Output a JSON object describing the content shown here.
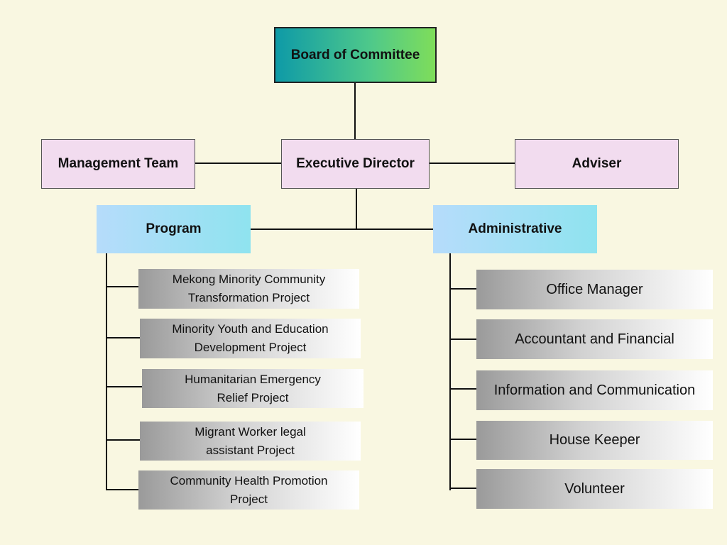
{
  "nodes": {
    "board": "Board of Committee",
    "executive": "Executive Director",
    "management": "Management Team",
    "adviser": "Adviser",
    "program": "Program",
    "administrative": "Administrative"
  },
  "program_items": [
    [
      "Mekong Minority Community",
      "Transformation Project"
    ],
    [
      "Minority Youth and Education",
      "Development Project"
    ],
    [
      "Humanitarian Emergency",
      "Relief Project"
    ],
    [
      "Migrant Worker legal",
      "assistant Project"
    ],
    [
      "Community Health Promotion",
      "Project"
    ]
  ],
  "admin_items": [
    "Office Manager",
    "Accountant and Financial",
    "Information and Communication",
    "House Keeper",
    "Volunteer"
  ]
}
